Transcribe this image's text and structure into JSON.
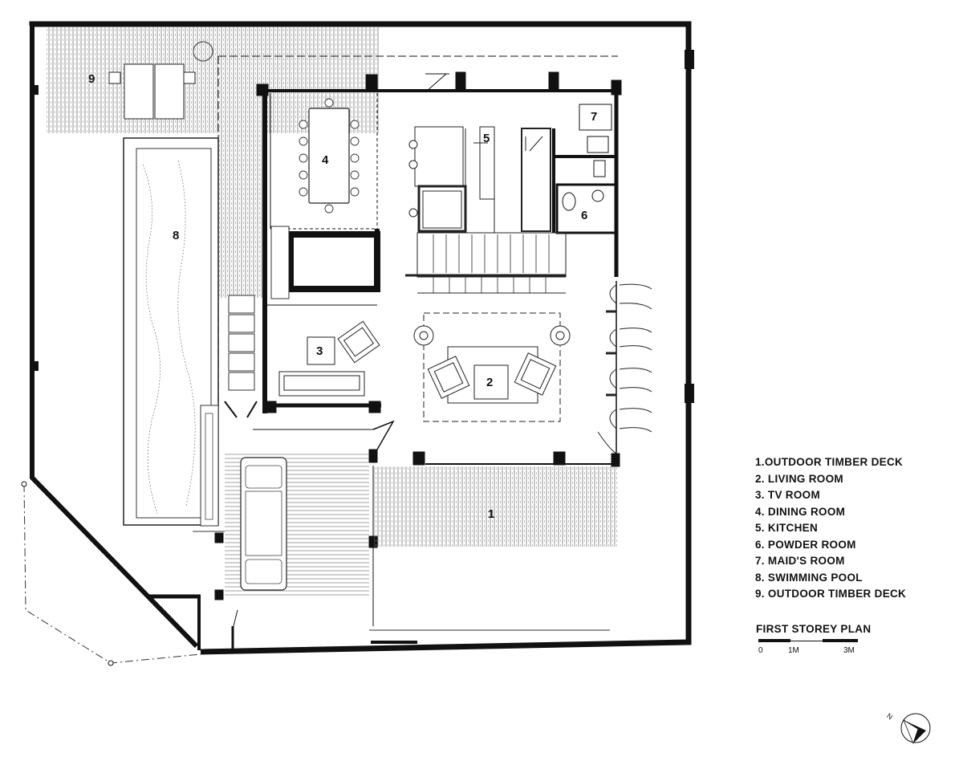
{
  "rooms": {
    "r1": "1",
    "r2": "2",
    "r3": "3",
    "r4": "4",
    "r5": "5",
    "r6": "6",
    "r7": "7",
    "r8": "8",
    "r9": "9"
  },
  "legend": [
    "1.OUTDOOR TIMBER DECK",
    "2. LIVING ROOM",
    "3. TV ROOM",
    "4. DINING ROOM",
    "5. KITCHEN",
    "6. POWDER ROOM",
    "7. MAID'S ROOM",
    "8. SWIMMING POOL",
    "9. OUTDOOR TIMBER DECK"
  ],
  "plan_title": "FIRST STOREY PLAN",
  "scale": {
    "s0": "0",
    "s1": "1M",
    "s3": "3M"
  },
  "north_label": "N"
}
